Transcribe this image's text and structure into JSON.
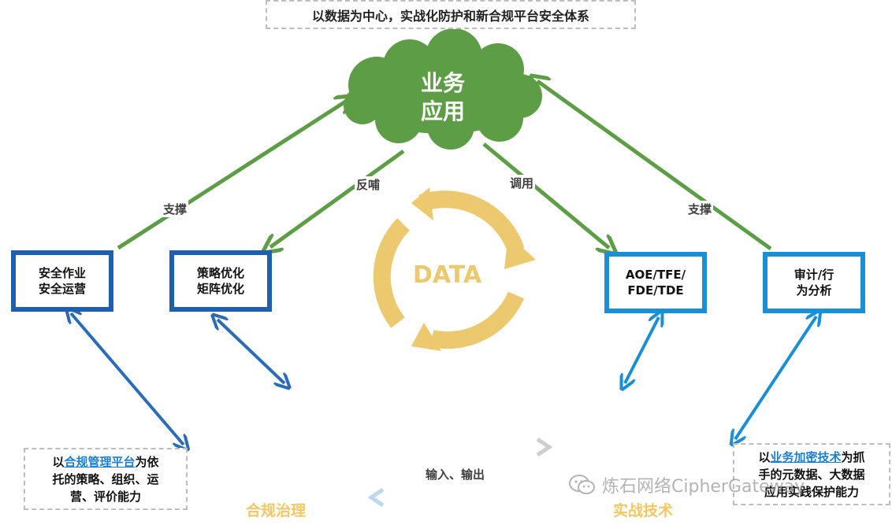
{
  "title": "以数据为中心，实战化防护和新合规平台安全体系",
  "cloud": {
    "line1": "业务",
    "line2": "应用"
  },
  "center": "DATA",
  "arrows": {
    "support_left": "支撑",
    "feedback": "反哺",
    "invoke": "调用",
    "support_right": "支撑",
    "io": "输入、输出"
  },
  "boxes": [
    {
      "line1": "安全作业",
      "line2": "安全运营"
    },
    {
      "line1": "策略优化",
      "line2": "矩阵优化"
    },
    {
      "line1": "AOE/TFE/",
      "line2": "FDE/TDE"
    },
    {
      "line1": "审计/行",
      "line2": "为分析"
    }
  ],
  "note_left": {
    "pre": "以",
    "highlight": "合规管理平台",
    "post": "为依",
    "line2": "托的策略、组织、运",
    "line3": "营、评价能力"
  },
  "note_right": {
    "pre": "以",
    "highlight": "业务加密技术",
    "post": "为抓",
    "line2": "手的元数据、大数据",
    "line3": "应用实践保护能力"
  },
  "bottom": {
    "left": "合规治理",
    "right": "实战技术"
  },
  "watermark": "炼石网络CipherGateway",
  "colors": {
    "green": "#5d9d45",
    "dark_blue": "#1f5fae",
    "light_blue": "#1a8fd6",
    "gold": "#ecc86f"
  }
}
